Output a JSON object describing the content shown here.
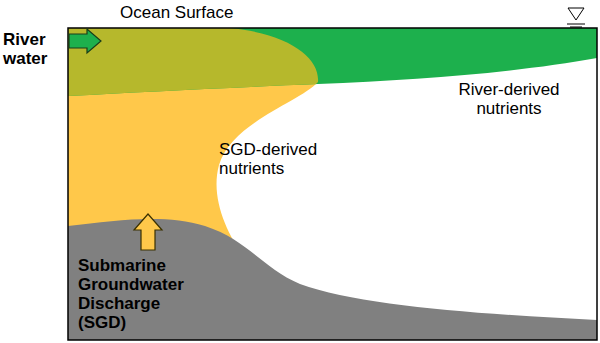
{
  "diagram": {
    "labels": [
      "Ocean Surface",
      "River water",
      "River-derived nutrients",
      "SGD-derived nutrients",
      "Submarine Groundwater Discharge (SGD)"
    ]
  }
}
